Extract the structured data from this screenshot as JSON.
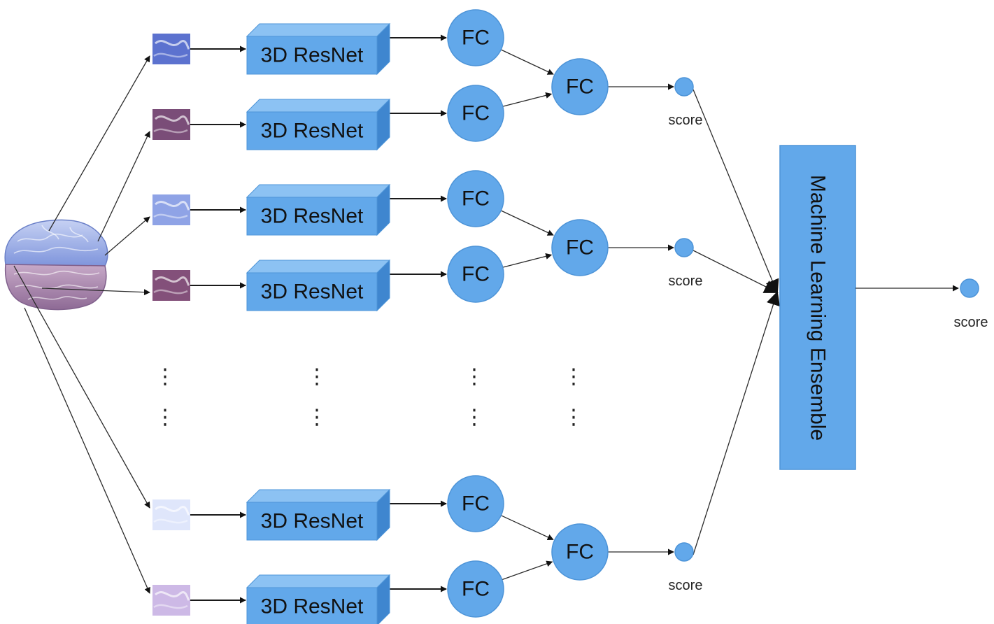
{
  "labels": {
    "resnet": "3D ResNet",
    "fc": "FC",
    "score": "score",
    "ensemble": "Machine Learning Ensemble",
    "ellipsis": "⋮"
  },
  "colors": {
    "box_front": "#62a8ea",
    "box_top": "#8cc2f3",
    "box_side": "#3f86cf",
    "node": "#62a8ea",
    "node_stroke": "#4d94d8",
    "brain_upper": "#8ea5e4",
    "brain_lower": "#b38fb5"
  },
  "groups": [
    {
      "patches": [
        {
          "tint": "#5c72cf",
          "tone": "blue"
        },
        {
          "tint": "#7a4d78",
          "tone": "purple"
        }
      ]
    },
    {
      "patches": [
        {
          "tint": "#8fa3e6",
          "tone": "blue"
        },
        {
          "tint": "#83507a",
          "tone": "purple"
        }
      ]
    },
    {
      "patches": [
        {
          "tint": "#dfe6fb",
          "tone": "blue"
        },
        {
          "tint": "#cdb9e6",
          "tone": "purple"
        }
      ]
    }
  ]
}
